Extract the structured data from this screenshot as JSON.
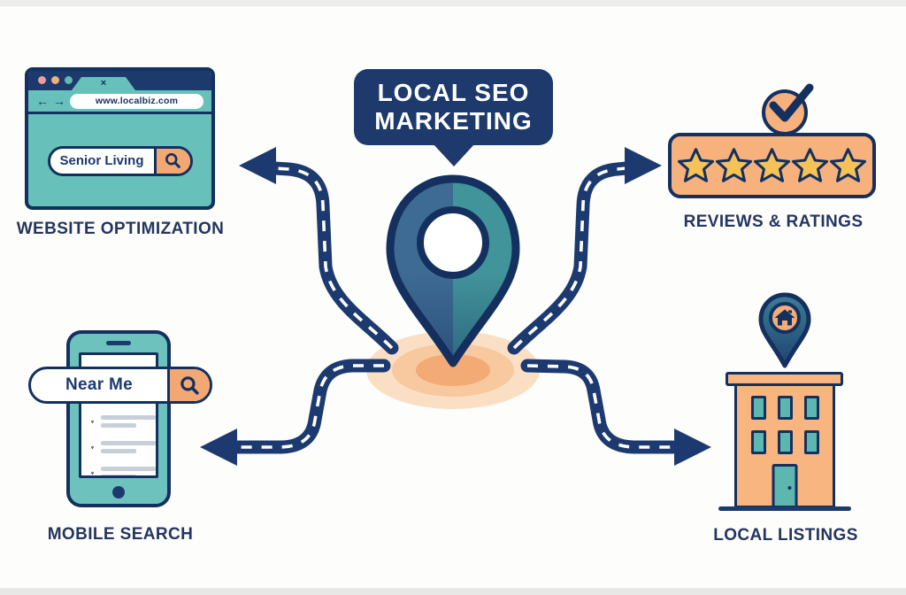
{
  "title": {
    "line1": "LOCAL SEO",
    "line2": "MARKETING"
  },
  "website": {
    "label": "WEBSITE OPTIMIZATION",
    "url": "www.localbiz.com",
    "search_value": "Senior Living"
  },
  "reviews": {
    "label": "REVIEWS & RATINGS",
    "star_count": 5
  },
  "mobile": {
    "label": "MOBILE SEARCH",
    "search_value": "Near Me",
    "result_rows": 3
  },
  "listings": {
    "label": "LOCAL LISTINGS"
  },
  "icons": {
    "close": "×",
    "back": "←",
    "forward": "→",
    "search": "search-icon",
    "check": "check-icon",
    "home": "home-icon",
    "location_pin": "location-pin-icon"
  },
  "colors": {
    "navy": "#1d3a6d",
    "outline": "#14305f",
    "teal": "#67c0ba",
    "peach": "#f6b17d",
    "orange": "#f3a874",
    "star_gold": "#f6c257",
    "pin_left_blue": "#3e6b94",
    "pin_right_teal": "#42949b",
    "ripple_orange": "#f4aa74",
    "label_text": "#24355f"
  }
}
